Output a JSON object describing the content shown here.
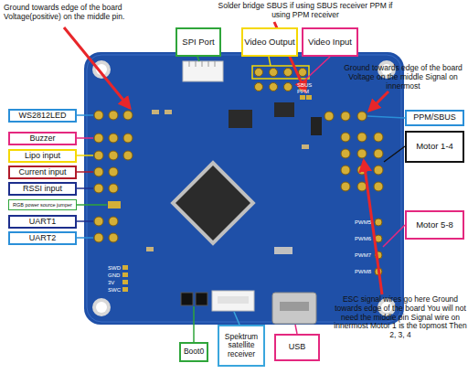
{
  "diagram": {
    "nodes": [
      {
        "text": [
          "SPI Port"
        ]
      },
      {
        "text": [
          "Video Output"
        ]
      },
      {
        "text": [
          "Video Input"
        ]
      },
      {
        "text": [
          "WS2812LED"
        ]
      },
      {
        "text": [
          "Buzzer"
        ]
      },
      {
        "text": [
          "Lipo input"
        ]
      },
      {
        "text": [
          "Current input"
        ]
      },
      {
        "text": [
          "RSSI input"
        ]
      },
      {
        "text": [
          "RGB power source jumper"
        ]
      },
      {
        "text": [
          "UART1"
        ]
      },
      {
        "text": [
          "UART2"
        ]
      },
      {
        "text": [
          "PPM/SBUS"
        ]
      },
      {
        "text": [
          "Motor 1-4"
        ]
      },
      {
        "text": [
          "Motor 5-8"
        ]
      },
      {
        "text": [
          "Boot0"
        ]
      },
      {
        "text": [
          "Spektrum satellite receiver"
        ]
      },
      {
        "text": [
          "USB"
        ]
      }
    ],
    "labels": [
      "Ground towards edge of the board Voltage(positive) on the middle pin.",
      "Solder bridge SBUS if using SBUS receiver PPM if using PPM receiver",
      "Ground towards edge of the board Voltage on the middle Signal on innermost",
      "ESC signal wires go here Ground towards edge of the board You will not need the middle pin Signal wire on innermost Motor 1 is the topmost Then 2, 3, 4",
      "SBUS",
      "PPM",
      "SWD",
      "GND",
      "3V",
      "SWC",
      "PWM5",
      "PWM6",
      "PWM7",
      "PWM8"
    ]
  }
}
